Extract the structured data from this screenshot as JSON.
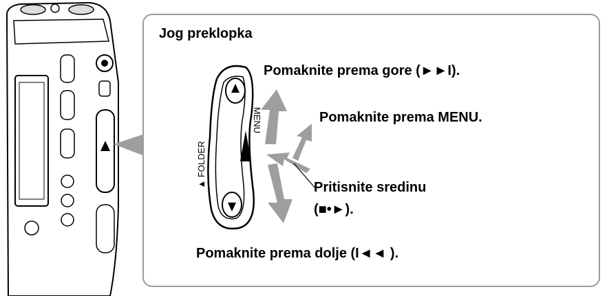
{
  "callout": {
    "title": "Jog preklopka"
  },
  "labels": {
    "up": "Pomaknite prema gore (►►I).",
    "menu": "Pomaknite prema MENU.",
    "press_line1": "Pritisnite sredinu",
    "press_line2": "(■•►).",
    "down": "Pomaknite prema dolje (I◄◄ )."
  },
  "switch_text": {
    "folder": "▲ FOLDER",
    "menu": "MENU"
  },
  "icons": {
    "arrow_up": "up-arrow-icon",
    "arrow_down": "down-arrow-icon",
    "arrow_menu": "menu-arrow-icon",
    "press": "press-arrow-icon"
  },
  "colors": {
    "arrow_gray": "#9e9e9e",
    "line": "#000000",
    "border": "#9a9a9a"
  }
}
